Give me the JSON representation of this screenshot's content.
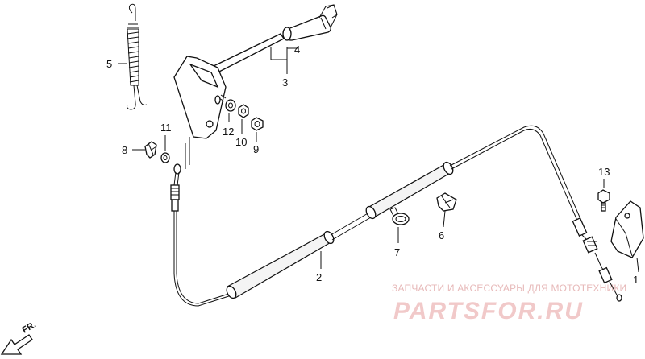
{
  "callouts": {
    "c1": "1",
    "c2": "2",
    "c3": "3",
    "c4": "4",
    "c5": "5",
    "c6": "6",
    "c7": "7",
    "c8": "8",
    "c9": "9",
    "c10": "10",
    "c11": "11",
    "c12": "12",
    "c13": "13"
  },
  "direction_label": "FR.",
  "watermark": {
    "top_text": "ЗАПЧАСТИ И АКСЕССУАРЫ ДЛЯ МОТОТЕХНИКИ",
    "brand": "PARTSFOR.RU"
  },
  "colors": {
    "line": "#111111",
    "watermark": "#f1c9c9"
  }
}
